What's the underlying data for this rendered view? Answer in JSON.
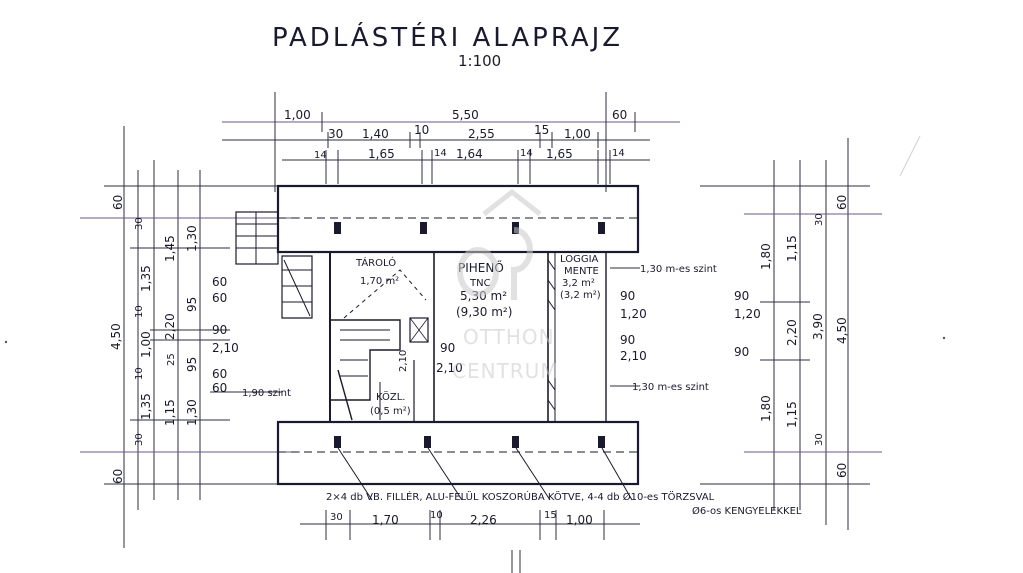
{
  "title": "PADLÁSTÉRI ALAPRAJZ",
  "scale": "1:100",
  "watermark": {
    "line1": "OTTHON",
    "line2": "CENTRUM"
  },
  "top_dims": {
    "row1": [
      "1,00",
      "5,50",
      "60"
    ],
    "row2": [
      "30",
      "1,40",
      "10",
      "2,55",
      "15",
      "1,00"
    ],
    "row3": [
      "14",
      "1,65",
      "14",
      "1,64",
      "14",
      "1,65",
      "14"
    ]
  },
  "bottom_dims": [
    "30",
    "1,70",
    "10",
    "2,26",
    "15",
    "1,00"
  ],
  "left_dims": {
    "col1": [
      "4,50"
    ],
    "col2": [
      "60",
      "30",
      "1,35",
      "10",
      "1,00",
      "10",
      "1,35",
      "30",
      "60"
    ],
    "col3": [
      "1,45",
      "2,20",
      "25",
      "1,15"
    ],
    "col4": [
      "1,30",
      "95",
      "95",
      "1,30"
    ]
  },
  "right_dims": {
    "col1": [
      "1,80",
      "90",
      "1,20",
      "90",
      "1,80"
    ],
    "col2": [
      "1,15",
      "2,20",
      "1,15"
    ],
    "col3": [
      "30",
      "3,90",
      "30"
    ],
    "col4": [
      "60",
      "4,50",
      "60"
    ]
  },
  "level_notes": {
    "right_top": "1,30 m-es szint",
    "right_bottom": "1,30 m-es szint",
    "left": "1,90 szint"
  },
  "inner_dims": [
    "60",
    "60",
    "90",
    "2,10",
    "60",
    "60",
    "90",
    "1,20",
    "90",
    "2,10",
    "90",
    "2,10",
    "2,10"
  ],
  "rooms": {
    "piheno": {
      "name": "PIHENŐ",
      "sub": "TNC",
      "area1": "5,30 m²",
      "area2": "(9,30 m²)"
    },
    "loggia": {
      "name": "LOGGIA",
      "sub": "MENTE",
      "area1": "3,2 m²",
      "area2": "(3,2 m²)"
    },
    "tarolo": {
      "name": "TÁROLÓ",
      "sub": "1,70 m²"
    },
    "kozlekedo": {
      "name": "KÖZL.",
      "sub": "(0,5 m²)"
    }
  },
  "bottom_note": {
    "line1": "2×4 db VB. FILLÉR, ALU-FELÜL KOSZORÚBA KÖTVE, 4-4 db Ø10-es TÖRZSVAL",
    "line2": "Ø6-os KENGYELEKKEL"
  }
}
